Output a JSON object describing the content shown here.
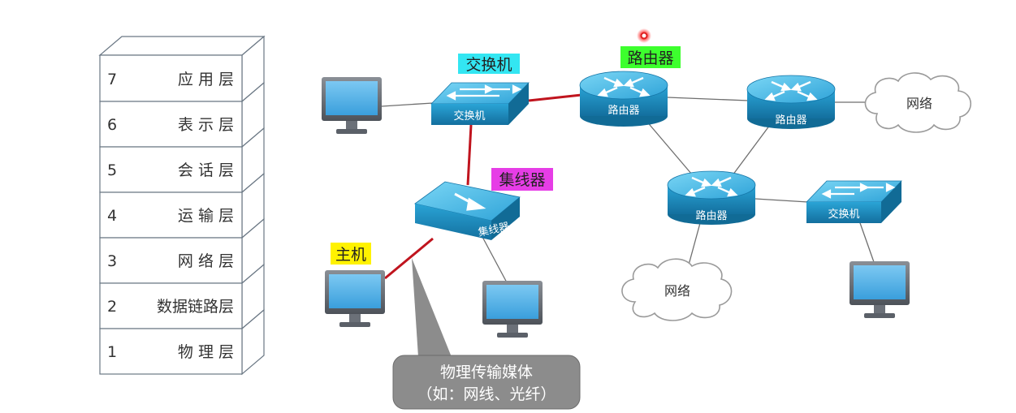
{
  "osi_stack": {
    "layers": [
      {
        "number": "7",
        "name": "应 用 层"
      },
      {
        "number": "6",
        "name": "表 示 层"
      },
      {
        "number": "5",
        "name": "会 话 层"
      },
      {
        "number": "4",
        "name": "运 输 层"
      },
      {
        "number": "3",
        "name": "网 络 层"
      },
      {
        "number": "2",
        "name": "数据链路层"
      },
      {
        "number": "1",
        "name": "物 理 层"
      }
    ]
  },
  "topology": {
    "highlight_labels": {
      "switch": "交换机",
      "router": "路由器",
      "hub": "集线器",
      "host": "主机"
    },
    "highlight_colors": {
      "switch": "#33e6f2",
      "router": "#3dff2e",
      "hub": "#e63de6",
      "host": "#fff200"
    },
    "device_labels": {
      "switch_top": "交换机",
      "router_top": "路由器",
      "router_right": "路由器",
      "router_mid": "路由器",
      "switch_right": "交换机",
      "hub": "集线器"
    },
    "clouds": {
      "right": "网络",
      "bottom": "网络"
    },
    "callout": {
      "line1": "物理传输媒体",
      "line2": "（如：网线、光纤）"
    },
    "colors": {
      "device_blue": "#1a8fc0",
      "device_top": "#5cc7ec",
      "link_red": "#c0141e",
      "link_gray": "#6e6e6e",
      "callout_fill": "#8c8c8c"
    }
  }
}
